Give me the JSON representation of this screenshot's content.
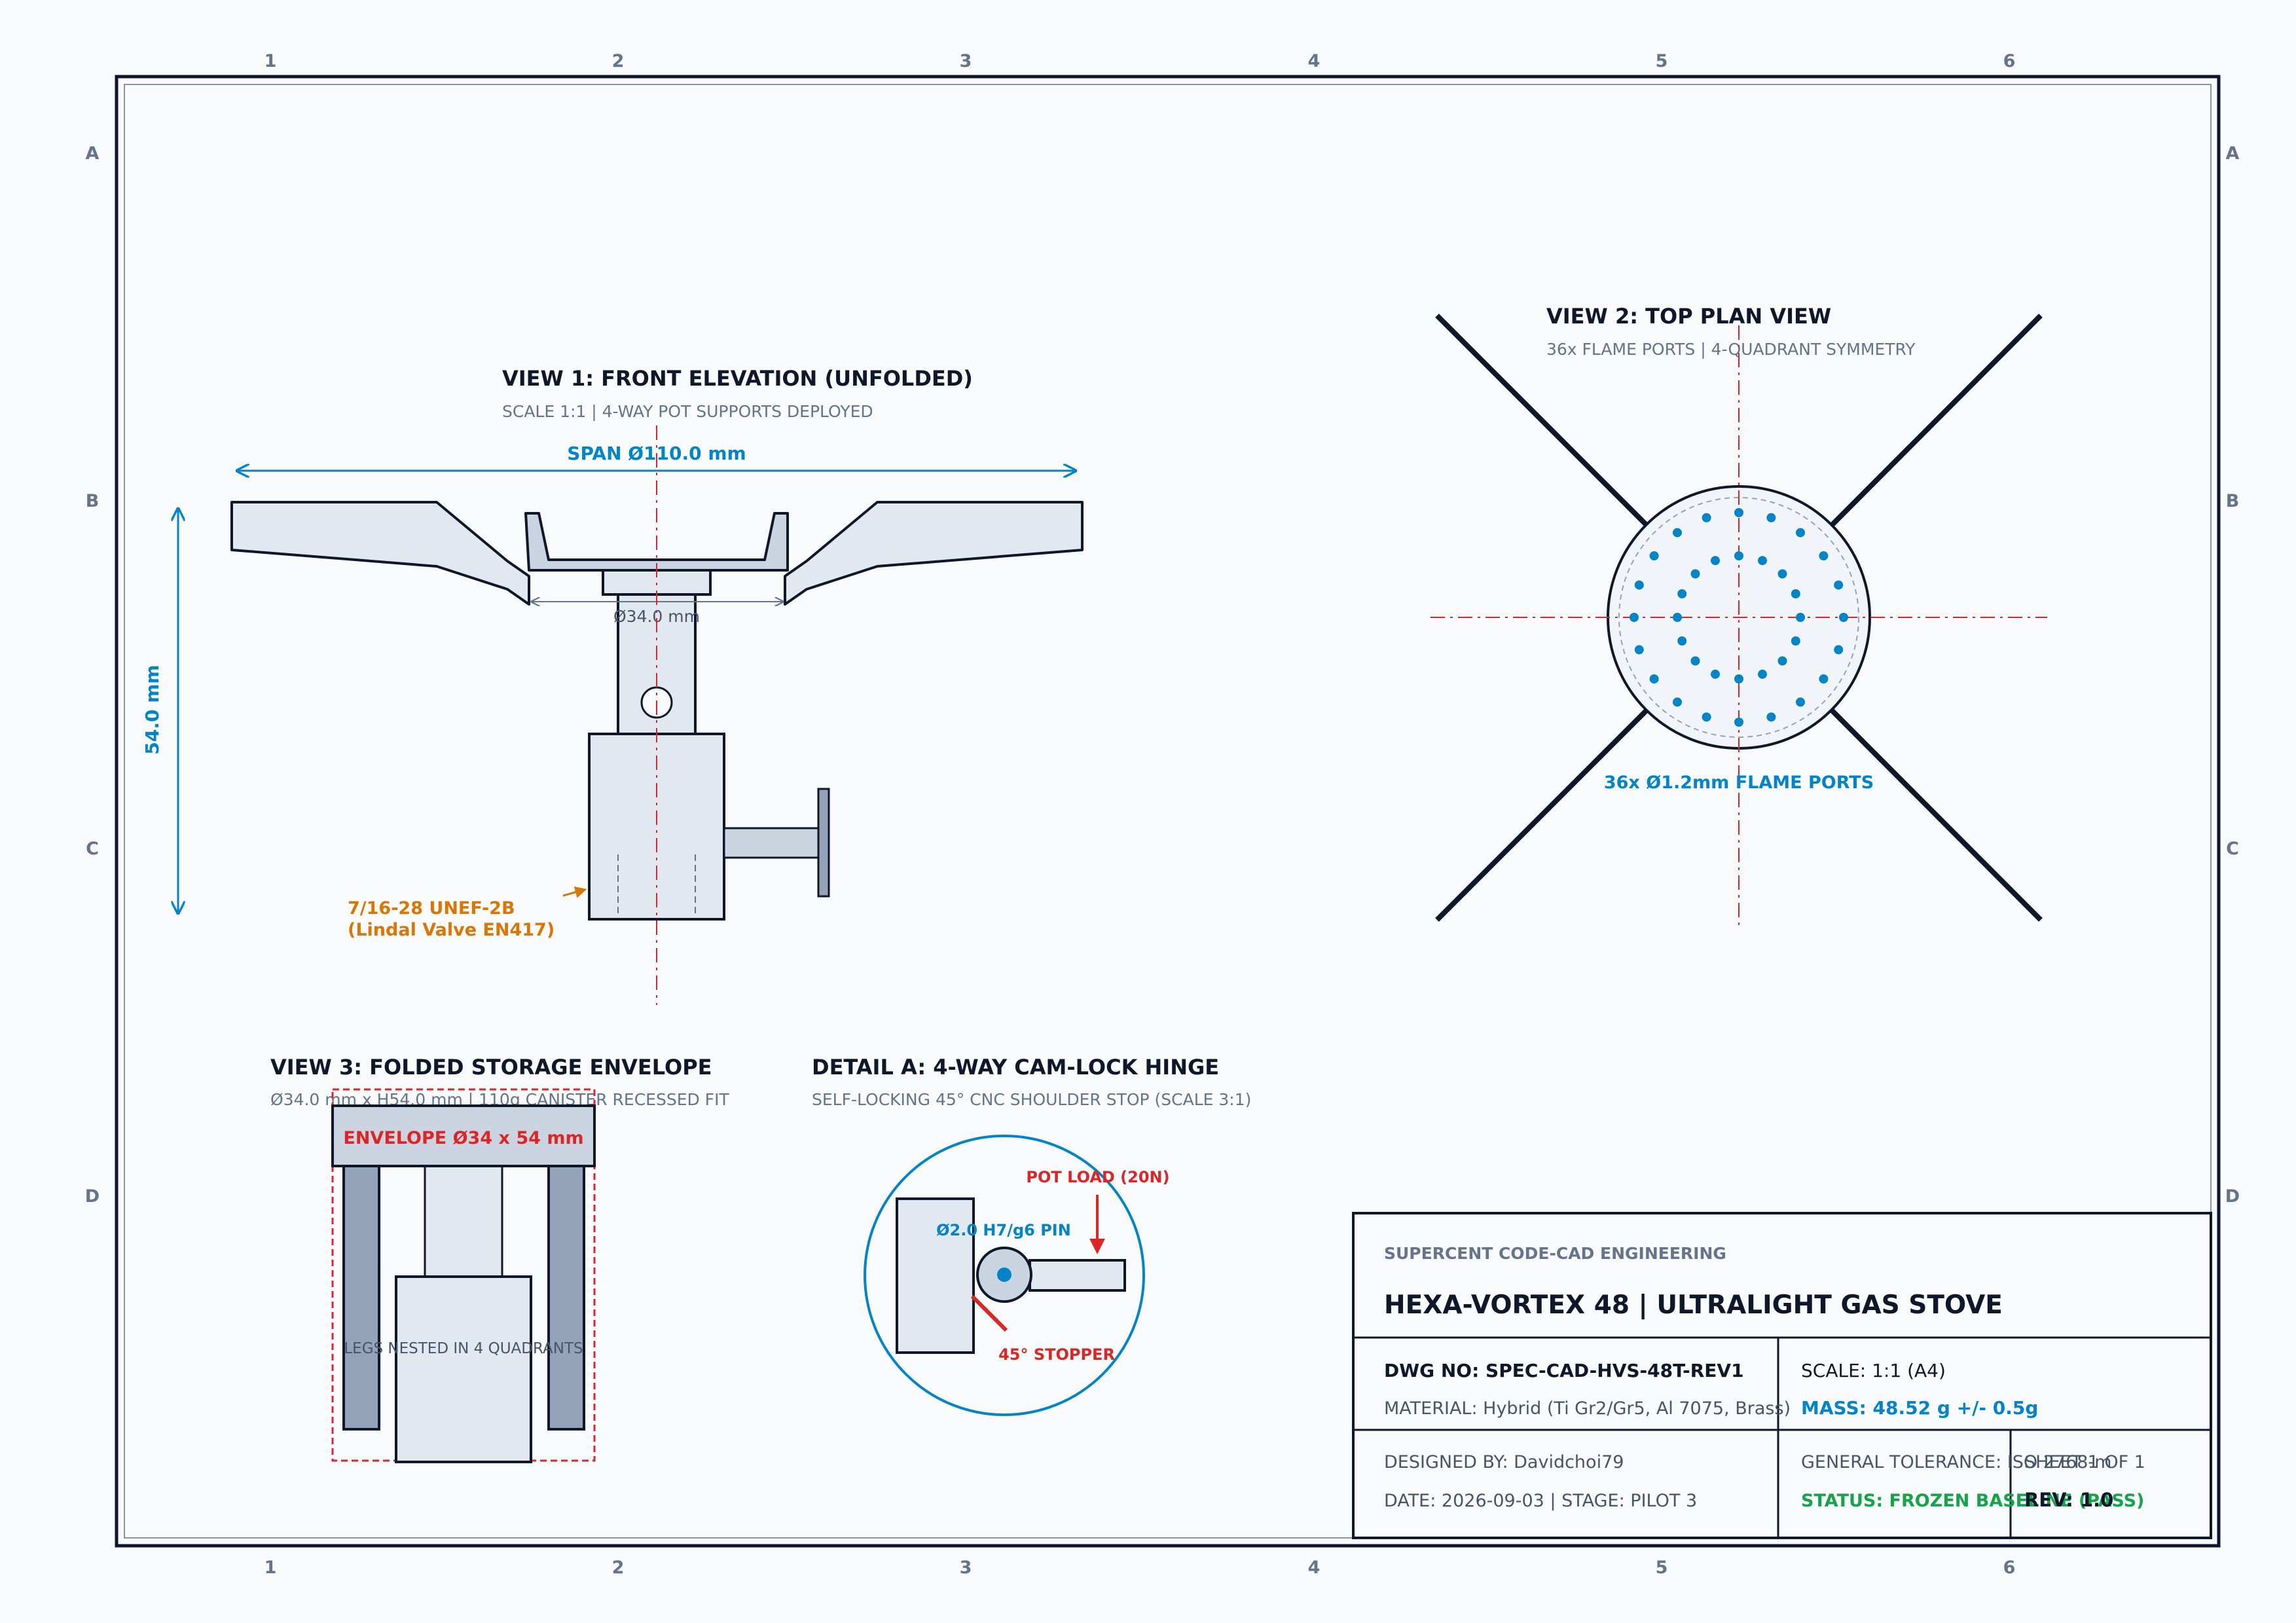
{
  "grid": {
    "columns": [
      "1",
      "2",
      "3",
      "4",
      "5",
      "6"
    ],
    "rows": [
      "A",
      "B",
      "C",
      "D"
    ]
  },
  "view1": {
    "title": "VIEW 1: FRONT ELEVATION (UNFOLDED)",
    "subtitle": "SCALE 1:1 | 4-WAY POT SUPPORTS DEPLOYED",
    "span_label": "SPAN Ø110.0 mm",
    "height_label": "54.0 mm",
    "diameter_label": "Ø34.0 mm",
    "thread_line1": "7/16-28 UNEF-2B",
    "thread_line2": "(Lindal Valve EN417)"
  },
  "view2": {
    "title": "VIEW 2: TOP PLAN VIEW",
    "subtitle": "36x FLAME PORTS | 4-QUADRANT SYMMETRY",
    "ports_label": "36x Ø1.2mm FLAME PORTS"
  },
  "view3": {
    "title": "VIEW 3: FOLDED STORAGE ENVELOPE",
    "subtitle": "Ø34.0 mm x H54.0 mm | 110g CANISTER RECESSED FIT",
    "envelope_label": "ENVELOPE Ø34 x 54 mm",
    "legs_label": "LEGS NESTED IN 4 QUADRANTS"
  },
  "detail_a": {
    "title": "DETAIL A: 4-WAY CAM-LOCK HINGE",
    "subtitle": "SELF-LOCKING 45° CNC SHOULDER STOP (SCALE 3:1)",
    "pot_load": "POT LOAD (20N)",
    "pin_label": "Ø2.0 H7/g6 PIN",
    "stopper_label": "45° STOPPER"
  },
  "title_block": {
    "company": "SUPERCENT CODE-CAD ENGINEERING",
    "title": "HEXA-VORTEX 48 | ULTRALIGHT GAS STOVE",
    "dwg_no": "DWG NO: SPEC-CAD-HVS-48T-REV1",
    "scale": "SCALE: 1:1 (A4)",
    "material": "MATERIAL: Hybrid (Ti Gr2/Gr5, Al 7075, Brass)",
    "mass": "MASS: 48.52 g +/- 0.5g",
    "designed_by": "DESIGNED BY: Davidchoi79",
    "tolerance": "GENERAL TOLERANCE: ISO 2768-m",
    "sheet": "SHEET 1 OF 1",
    "date_stage": "DATE: 2026-09-03 | STAGE: PILOT 3",
    "status": "STATUS: FROZEN BASELINE (PASS)",
    "rev": "REV: 1.0"
  },
  "colors": {
    "ink": "#0f172a",
    "fill": "#e2e8f0",
    "dim_blue": "#0284c7",
    "center_red": "#dc2626",
    "orange": "#d97706",
    "green": "#16a34a",
    "muted": "#64748b",
    "slate": "#94a3b8"
  }
}
